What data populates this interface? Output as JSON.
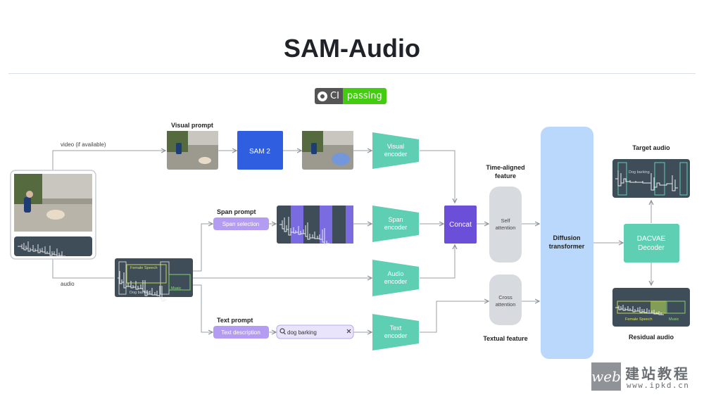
{
  "page": {
    "title": "SAM-Audio",
    "badge": {
      "label": "CI",
      "status": "passing"
    }
  },
  "diagram": {
    "video_edge_label": "video (if available)",
    "audio_edge_label": "audio",
    "visual_prompt": "Visual prompt",
    "sam2": "SAM 2",
    "visual_encoder": [
      "Visual",
      "encoder"
    ],
    "span_prompt": "Span prompt",
    "span_selection": "Span selection",
    "span_encoder": [
      "Span",
      "encoder"
    ],
    "audio_encoder": [
      "Audio",
      "encoder"
    ],
    "text_prompt": "Text prompt",
    "text_description": "Text description",
    "search_query": "dog barking",
    "text_encoder": [
      "Text",
      "encoder"
    ],
    "mix_labels": {
      "female": "Female Speech",
      "dog": "Dog barking",
      "music": "Music"
    },
    "concat": "Concat",
    "time_aligned": [
      "Time-aligned",
      "feature"
    ],
    "self_attention": [
      "Self",
      "attention"
    ],
    "cross_attention": [
      "Cross",
      "attention"
    ],
    "textual_feature": "Textual feature",
    "diffusion": [
      "Diffusion",
      "transformer"
    ],
    "dacvae": [
      "DACVAE",
      "Decoder"
    ],
    "target_audio": "Target audio",
    "target_label": "Dog barking",
    "residual_audio": "Residual audio",
    "residual_labels": {
      "female": "Female Speech",
      "music": "Music"
    }
  },
  "watermark": {
    "logo": "web",
    "site_name": "建站教程",
    "url": "www.ipkd.cn"
  },
  "colors": {
    "encoder": "#5fcfb4",
    "sam2": "#2f5fe0",
    "concat": "#6b4fd8",
    "attention": "#d7dbe0",
    "diffusion": "#b9d8fb",
    "prompt_chip": "#b49cf3",
    "wave_panel": "#3f4d58"
  }
}
